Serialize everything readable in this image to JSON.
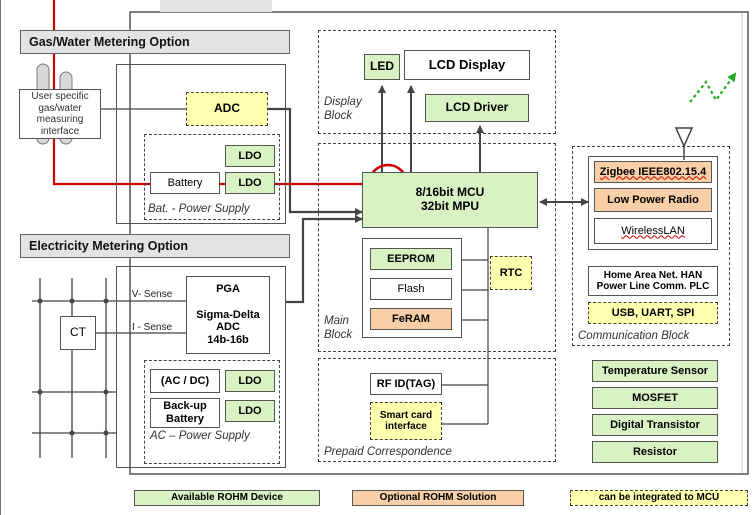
{
  "gas_section": {
    "title": "Gas/Water Metering Option",
    "user_interface": "User specific gas/water measuring interface",
    "adc": "ADC",
    "ldo_top": "LDO",
    "battery": "Battery",
    "ldo_bottom": "LDO",
    "power_supply": "Bat. - Power Supply"
  },
  "electricity_section": {
    "title": "Electricity Metering Option",
    "v_sense": "V- Sense",
    "i_sense": "I - Sense",
    "ct": "CT",
    "pga_block": "PGA\n\nSigma-Delta ADC\n14b-16b",
    "acdc": "(AC / DC)",
    "ldo1": "LDO",
    "backup_battery": "Back-up Battery",
    "ldo2": "LDO",
    "power_supply": "AC – Power Supply"
  },
  "display_block": {
    "led": "LED",
    "lcd_display": "LCD Display",
    "lcd_driver": "LCD Driver",
    "label": "Display Block"
  },
  "main_block": {
    "mcu": "8/16bit MCU\n32bit MPU",
    "eeprom": "EEPROM",
    "flash": "Flash",
    "feram": "FeRAM",
    "rtc": "RTC",
    "label": "Main Block"
  },
  "prepaid": {
    "rfid": "RF ID(TAG)",
    "smart_card": "Smart card interface",
    "label": "Prepaid Correspondence"
  },
  "communication": {
    "zigbee": "Zigbee IEEE802.15.4",
    "low_power_radio": "Low Power Radio",
    "wireless_lan": "WirelessLAN",
    "han_plc": "Home Area Net. HAN\nPower Line Comm. PLC",
    "usb": "USB, UART, SPI",
    "label": "Communication Block"
  },
  "discretes": {
    "temperature_sensor": "Temperature Sensor",
    "mosfet": "MOSFET",
    "digital_transistor": "Digital Transistor",
    "resistor": "Resistor"
  },
  "legend": {
    "available": "Available ROHM Device",
    "optional": "Optional ROHM Solution",
    "integrated": "can be integrated to MCU"
  },
  "colors": {
    "available": "#d9f2c4",
    "optional": "#f8cfa6",
    "integrated": "#ffffb0",
    "highlight": "#cc0000",
    "wireless": "#22aa22"
  }
}
